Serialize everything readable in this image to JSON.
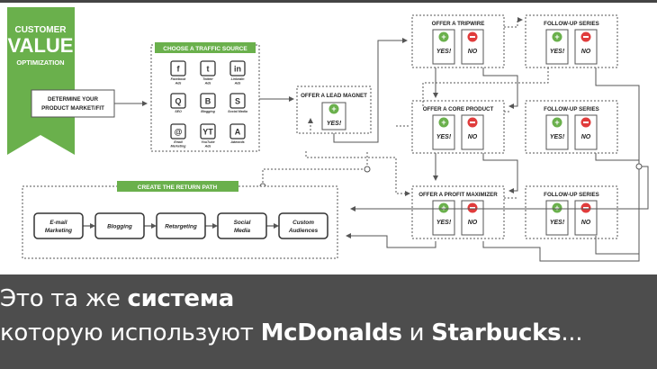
{
  "brand": {
    "line1": "CUSTOMER",
    "line2": "VALUE",
    "line3": "OPTIMIZATION",
    "color": "#6ab04c"
  },
  "determine": {
    "line1": "DETERMINE YOUR",
    "line2": "PRODUCT MARKET/FIT"
  },
  "traffic": {
    "title": "CHOOSE A TRAFFIC SOURCE",
    "items": [
      {
        "icon": "facebook-icon",
        "glyph": "f",
        "label1": "Facebook",
        "label2": "Ads"
      },
      {
        "icon": "twitter-icon",
        "glyph": "t",
        "label1": "Twitter",
        "label2": "Ads"
      },
      {
        "icon": "linkedin-icon",
        "glyph": "in",
        "label1": "LinkedIn",
        "label2": "Ads"
      },
      {
        "icon": "seo-icon",
        "glyph": "Q",
        "label1": "SEO",
        "label2": ""
      },
      {
        "icon": "blogging-icon",
        "glyph": "B",
        "label1": "Blogging",
        "label2": ""
      },
      {
        "icon": "social-media-icon",
        "glyph": "S",
        "label1": "Social Media",
        "label2": ""
      },
      {
        "icon": "email-icon",
        "glyph": "@",
        "label1": "Email",
        "label2": "Marketing"
      },
      {
        "icon": "youtube-icon",
        "glyph": "YT",
        "label1": "YouTube",
        "label2": "Ads"
      },
      {
        "icon": "adwords-icon",
        "glyph": "A",
        "label1": "Adwords",
        "label2": ""
      }
    ]
  },
  "lead_magnet": {
    "title": "OFFER A LEAD MAGNET",
    "yes": "YES!"
  },
  "offers": [
    {
      "title": "OFFER A TRIPWIRE",
      "yes": "YES!",
      "no": "NO"
    },
    {
      "title": "OFFER A CORE PRODUCT",
      "yes": "YES!",
      "no": "NO"
    },
    {
      "title": "OFFER A PROFIT MAXIMIZER",
      "yes": "YES!",
      "no": "NO"
    }
  ],
  "followups": [
    {
      "title": "FOLLOW-UP SERIES",
      "yes": "YES!",
      "no": "NO"
    },
    {
      "title": "FOLLOW-UP SERIES",
      "yes": "YES!",
      "no": "NO"
    },
    {
      "title": "FOLLOW-UP SERIES",
      "yes": "YES!",
      "no": "NO"
    }
  ],
  "return_path": {
    "title": "CREATE THE RETURN PATH",
    "steps": [
      {
        "line1": "E-mail",
        "line2": "Marketing"
      },
      {
        "line1": "Blogging",
        "line2": ""
      },
      {
        "line1": "Retargeting",
        "line2": ""
      },
      {
        "line1": "Social",
        "line2": "Media"
      },
      {
        "line1": "Custom",
        "line2": "Audiences"
      }
    ]
  },
  "caption": {
    "line1_pre": "Это та же ",
    "line1_bold": "система",
    "line2_pre": "которую используют ",
    "line2_bold1": "McDonalds",
    "line2_mid": " и ",
    "line2_bold2": "Starbucks",
    "line2_post": "..."
  },
  "colors": {
    "green": "#6ab04c",
    "red": "#e03c3c",
    "caption_bg": "#4d4d4d",
    "line": "#555555"
  }
}
